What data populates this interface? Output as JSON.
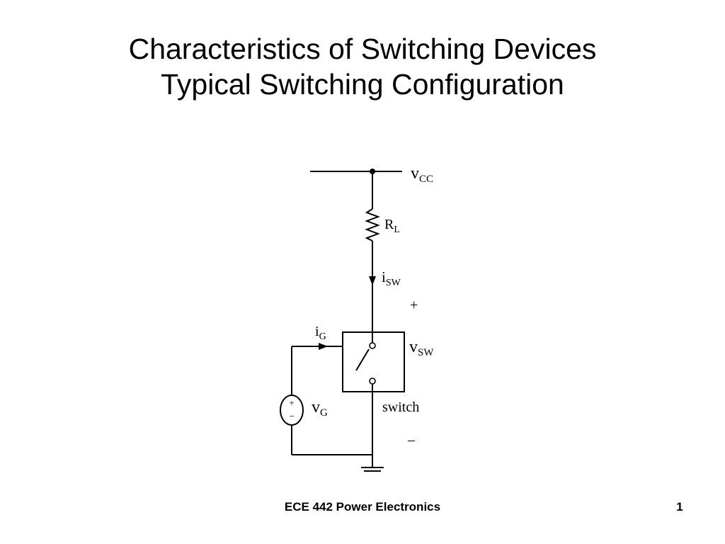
{
  "slide": {
    "title_line1": "Characteristics of Switching Devices",
    "title_line2": "Typical Switching Configuration"
  },
  "diagram": {
    "vcc": {
      "main": "v",
      "sub": "CC"
    },
    "rl": {
      "main": "R",
      "sub": "L"
    },
    "isw": {
      "main": "i",
      "sub": "SW"
    },
    "plus": "+",
    "ig": {
      "main": "i",
      "sub": "G"
    },
    "vsw": {
      "main": "v",
      "sub": "SW"
    },
    "vg": {
      "main": "v",
      "sub": "G"
    },
    "source_plus": "+",
    "source_minus": "−",
    "switch_label": "switch",
    "minus": "–"
  },
  "footer": {
    "course": "ECE 442 Power Electronics",
    "page": "1"
  }
}
